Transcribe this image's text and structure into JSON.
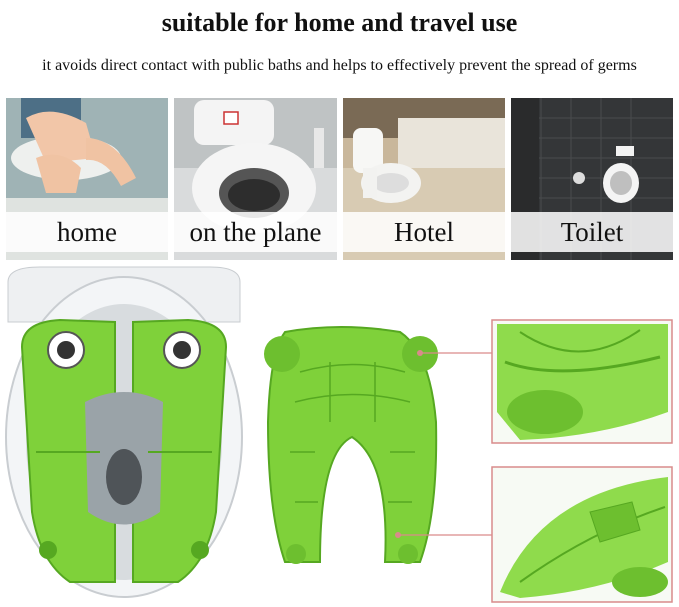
{
  "header": {
    "title": "suitable for home and travel use",
    "subtitle": "it avoids direct contact with public baths and helps to effectively prevent the spread of germs"
  },
  "scenes": [
    {
      "label": "home"
    },
    {
      "label": "on the plane"
    },
    {
      "label": "Hotel"
    },
    {
      "label": "Toilet"
    }
  ],
  "colors": {
    "product_green": "#7fd13a",
    "product_dark_green": "#56a821",
    "callout_line": "#d98b8b"
  }
}
